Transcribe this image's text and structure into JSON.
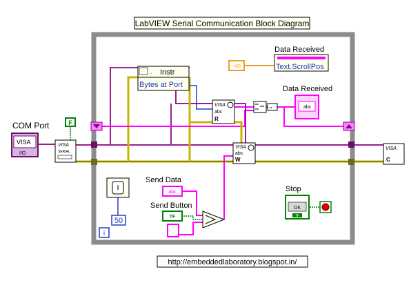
{
  "title": "LabVIEW Serial Communication Block Diagram",
  "url": "http://embeddedlaboratory.blogspot.in/",
  "com_port": {
    "label": "COM Port",
    "ctrl": "VISA",
    "io": "I/O"
  },
  "false_const": "F",
  "serial_config": {
    "label": "VISA",
    "sub": "SERIAL"
  },
  "property_node": {
    "ref": "Instr",
    "property": "Bytes at Port"
  },
  "visa_read": {
    "label": "VISA",
    "sub": "abc",
    "letter": "R"
  },
  "visa_write": {
    "label": "VISA",
    "sub": "abc",
    "letter": "W"
  },
  "visa_close": {
    "label": "VISA",
    "letter": "C"
  },
  "data_received_prop": {
    "label": "Data Received",
    "property": "Text.ScrollPos",
    "const": "+00"
  },
  "data_received_ind": {
    "label": "Data Received",
    "value": "abc"
  },
  "send_data": {
    "label": "Send Data",
    "value": "abc"
  },
  "send_button": {
    "label": "Send Button",
    "value": "TF"
  },
  "stop": {
    "label": "Stop",
    "value": "OK",
    "bool": "TF"
  },
  "wait": {
    "value": "50"
  },
  "iteration": "i",
  "colors": {
    "loop": "#8c8c8c",
    "string_wire": "#ff00ff",
    "ref_wire": "#9b1f8f",
    "error_wire": "#c8b400",
    "numeric_wire": "#f0a020",
    "int_wire": "#1e3cc8",
    "bool_wire": "#007f00"
  }
}
